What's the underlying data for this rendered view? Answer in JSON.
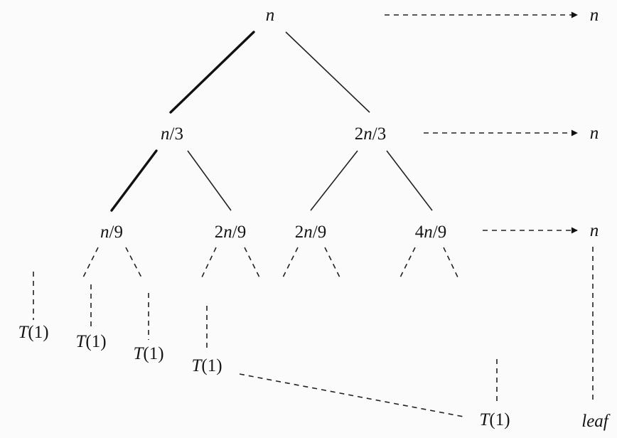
{
  "tree": {
    "root": {
      "var": "n",
      "rest": ""
    },
    "level1": [
      {
        "coef": "",
        "var": "n",
        "rest": "/3"
      },
      {
        "coef": "2",
        "var": "n",
        "rest": "/3"
      }
    ],
    "level2": [
      {
        "coef": "",
        "var": "n",
        "rest": "/9"
      },
      {
        "coef": "2",
        "var": "n",
        "rest": "/9"
      },
      {
        "coef": "2",
        "var": "n",
        "rest": "/9"
      },
      {
        "coef": "4",
        "var": "n",
        "rest": "/9"
      }
    ],
    "leaves": [
      {
        "prefix": "T",
        "rest": "(1)"
      },
      {
        "prefix": "T",
        "rest": "(1)"
      },
      {
        "prefix": "T",
        "rest": "(1)"
      },
      {
        "prefix": "T",
        "rest": "(1)"
      },
      {
        "prefix": "T",
        "rest": "(1)"
      }
    ]
  },
  "costs": {
    "level0": "n",
    "level1": "n",
    "level2": "n",
    "bottom": "leaf"
  },
  "colors": {
    "ink": "#151515",
    "background": "#fbfbfb"
  }
}
